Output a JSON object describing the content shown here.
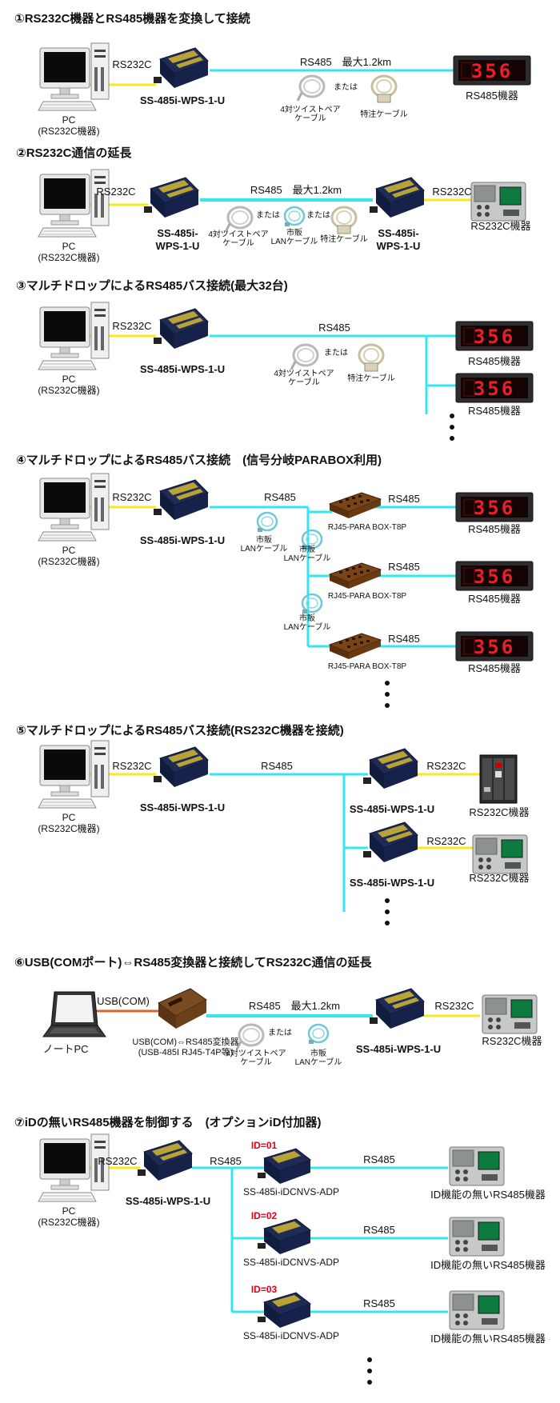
{
  "s1": {
    "title": "①RS232C機器とRS485機器を変換して接続",
    "pc": "PC",
    "pc_sub": "(RS232C機器)",
    "rs232c": "RS232C",
    "conv": "SS-485i-WPS-1-U",
    "rs485": "RS485　最大1.2km",
    "or": "または",
    "twist1": "4対ツイストペア",
    "twist2": "ケーブル",
    "special": "特注ケーブル",
    "dev": "RS485機器",
    "disp": "356"
  },
  "s2": {
    "title": "②RS232C通信の延長",
    "pc": "PC",
    "pc_sub": "(RS232C機器)",
    "rs232c_l": "RS232C",
    "conv_l1": "SS-485i-",
    "conv_l2": "WPS-1-U",
    "rs485": "RS485　最大1.2km",
    "or1": "または",
    "or2": "または",
    "twist1": "4対ツイストペア",
    "twist2": "ケーブル",
    "lan1": "市販",
    "lan2": "LANケーブル",
    "special": "特注ケーブル",
    "conv_r1": "SS-485i-",
    "conv_r2": "WPS-1-U",
    "rs232c_r": "RS232C",
    "dev": "RS232C機器"
  },
  "s3": {
    "title": "③マルチドロップによるRS485バス接続(最大32台)",
    "pc": "PC",
    "pc_sub": "(RS232C機器)",
    "rs232c": "RS232C",
    "conv": "SS-485i-WPS-1-U",
    "rs485": "RS485",
    "or": "または",
    "twist1": "4対ツイストペア",
    "twist2": "ケーブル",
    "special": "特注ケーブル",
    "dev1": "RS485機器",
    "dev2": "RS485機器",
    "disp": "356"
  },
  "s4": {
    "title": "④マルチドロップによるRS485バス接続　(信号分岐PARABOX利用)",
    "pc": "PC",
    "pc_sub": "(RS232C機器)",
    "rs232c": "RS232C",
    "conv": "SS-485i-WPS-1-U",
    "rs485_main": "RS485",
    "lan1": "市販",
    "lan2": "LANケーブル",
    "box": "RJ45-PARA BOX-T8P",
    "rs485": "RS485",
    "dev": "RS485機器",
    "disp": "356"
  },
  "s5": {
    "title": "⑤マルチドロップによるRS485バス接続(RS232C機器を接続)",
    "pc": "PC",
    "pc_sub": "(RS232C機器)",
    "rs232c": "RS232C",
    "conv": "SS-485i-WPS-1-U",
    "rs485": "RS485",
    "dev": "RS232C機器"
  },
  "s6": {
    "title": "⑥USB(COMポート)⇔RS485変換器と接続してRS232C通信の延長",
    "pc": "ノートPC",
    "usb": "USB(COM)",
    "usbconv1": "USB(COM)⇔RS485変換器",
    "usbconv2": "(USB-485I RJ45-T4P等)",
    "rs485": "RS485　最大1.2km",
    "or": "または",
    "twist1": "4対ツイストペア",
    "twist2": "ケーブル",
    "lan1": "市販",
    "lan2": "LANケーブル",
    "conv": "SS-485i-WPS-1-U",
    "rs232c": "RS232C",
    "dev": "RS232C機器"
  },
  "s7": {
    "title": "⑦iDの無いRS485機器を制御する　(オプションiD付加器)",
    "pc": "PC",
    "pc_sub": "(RS232C機器)",
    "rs232c": "RS232C",
    "conv": "SS-485i-WPS-1-U",
    "rs485_main": "RS485",
    "id1": "ID=01",
    "id2": "ID=02",
    "id3": "ID=03",
    "adp": "SS-485i-iDCNVS-ADP",
    "rs485": "RS485",
    "dev": "ID機能の無いRS485機器"
  },
  "colors": {
    "rs232c": "#f5ea1e",
    "rs485": "#33e6f0",
    "usb": "#d5672a",
    "id": "#e2001a",
    "segment": "#e8202a"
  }
}
